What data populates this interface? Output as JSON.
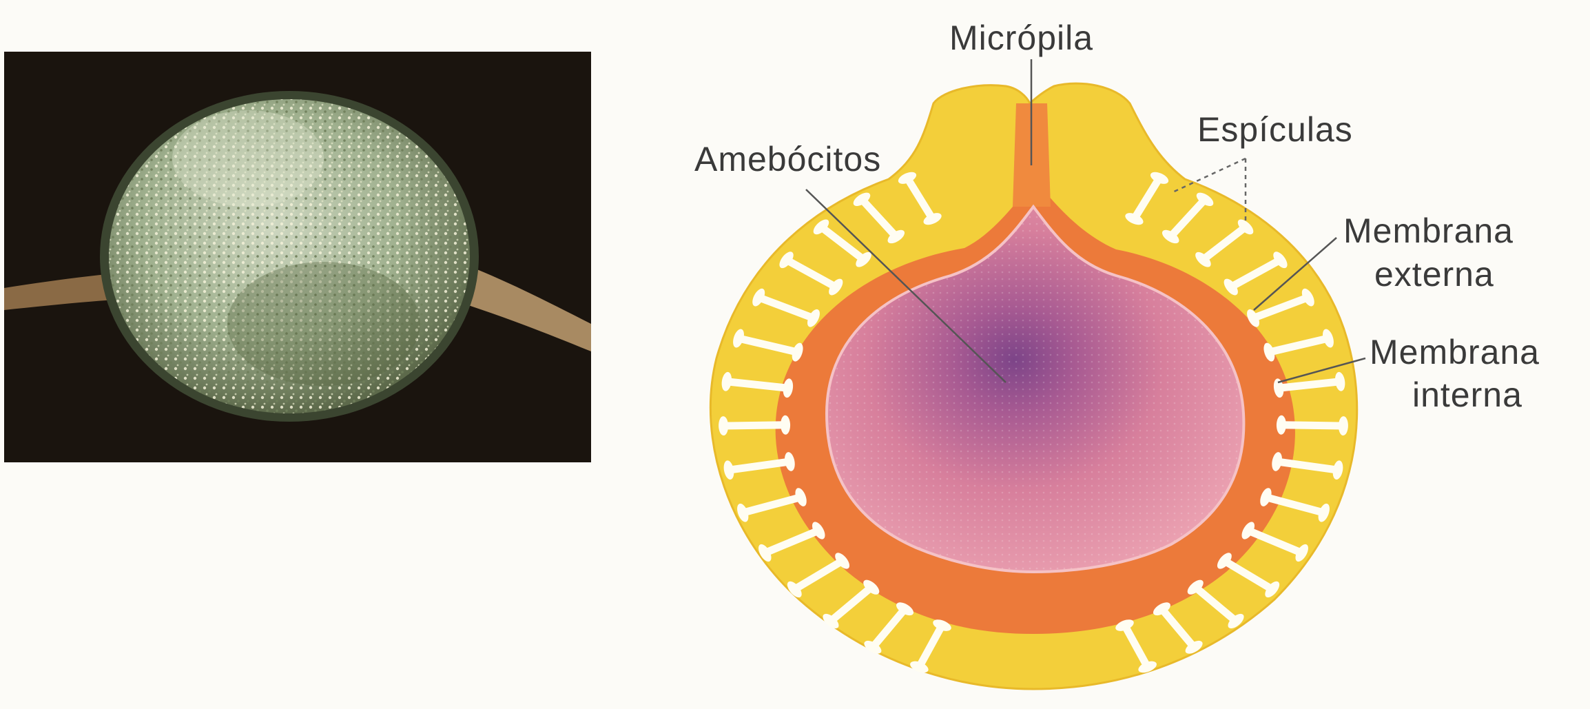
{
  "labels": {
    "micropyle": "Micrópila",
    "spicules": "Espículas",
    "amebocytes": "Amebócitos",
    "outer_membrane_line1": "Membrana",
    "outer_membrane_line2": "externa",
    "inner_membrane_line1": "Membrana",
    "inner_membrane_line2": "interna"
  },
  "colors": {
    "page": "#fcfbf7",
    "photo_background": "#1a140e",
    "outer_layer": "#f3cf3a",
    "middle_layer": "#ec7a3a",
    "core": "#e58ea6",
    "core_center": "#8a4a86",
    "spicule": "#fffdf2"
  }
}
